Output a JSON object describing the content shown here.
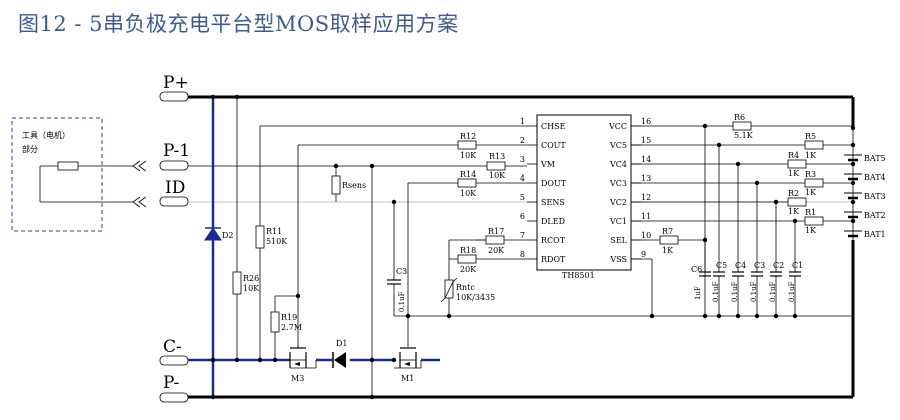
{
  "title": "图12 - 5串负极充电平台型MOS取样应用方案",
  "terminals": {
    "p_plus": "P+",
    "p_1": "P-1",
    "id": "ID",
    "c_minus": "C-",
    "p_minus": "P-"
  },
  "load_box": {
    "line1": "工具（电机）",
    "line2": "部分"
  },
  "ic": {
    "name": "TH8501",
    "left_pins": [
      {
        "num": "1",
        "name": "CHSE"
      },
      {
        "num": "2",
        "name": "COUT"
      },
      {
        "num": "3",
        "name": "VM"
      },
      {
        "num": "4",
        "name": "DOUT"
      },
      {
        "num": "5",
        "name": "SENS"
      },
      {
        "num": "6",
        "name": "DLED"
      },
      {
        "num": "7",
        "name": "RCOT"
      },
      {
        "num": "8",
        "name": "RDOT"
      }
    ],
    "right_pins": [
      {
        "num": "16",
        "name": "VCC"
      },
      {
        "num": "15",
        "name": "VC5"
      },
      {
        "num": "14",
        "name": "VC4"
      },
      {
        "num": "13",
        "name": "VC3"
      },
      {
        "num": "12",
        "name": "VC2"
      },
      {
        "num": "11",
        "name": "VC1"
      },
      {
        "num": "10",
        "name": "SEL"
      },
      {
        "num": "9",
        "name": "VSS"
      }
    ]
  },
  "components": {
    "r12": {
      "ref": "R12",
      "val": "10K"
    },
    "r13": {
      "ref": "R13",
      "val": "10K"
    },
    "r14": {
      "ref": "R14",
      "val": "10K"
    },
    "r17": {
      "ref": "R17",
      "val": "20K"
    },
    "r18": {
      "ref": "R18",
      "val": "20K"
    },
    "rntc": {
      "ref": "Rntc",
      "val": "10K/3435"
    },
    "rsens": {
      "ref": "Rsens"
    },
    "r11": {
      "ref": "R11",
      "val": "510K"
    },
    "r26": {
      "ref": "R26",
      "val": "10K"
    },
    "r19": {
      "ref": "R19",
      "val": "2.7M"
    },
    "r6": {
      "ref": "R6",
      "val": "5.1K"
    },
    "r7": {
      "ref": "R7",
      "val": "1K"
    },
    "r5": {
      "ref": "R5",
      "val": "1K"
    },
    "r4": {
      "ref": "R4",
      "val": "1K"
    },
    "r3": {
      "ref": "R3",
      "val": "1K"
    },
    "r2": {
      "ref": "R2",
      "val": "1K"
    },
    "r1": {
      "ref": "R1",
      "val": "1K"
    },
    "c3": {
      "ref": "C3",
      "val": "0.1uF"
    },
    "c6": {
      "ref": "C6",
      "val": "1uF"
    },
    "c5": {
      "ref": "C5",
      "val": "0.1uF"
    },
    "c4": {
      "ref": "C4",
      "val": "0.1uF"
    },
    "cc3": {
      "ref": "C3",
      "val": "0.1uF"
    },
    "c2": {
      "ref": "C2",
      "val": "0.1uF"
    },
    "c1": {
      "ref": "C1",
      "val": "0.1uF"
    },
    "d1": {
      "ref": "D1"
    },
    "d2": {
      "ref": "D2"
    },
    "m1": {
      "ref": "M1"
    },
    "m3": {
      "ref": "M3"
    }
  },
  "batteries": [
    "BAT5",
    "BAT4",
    "BAT3",
    "BAT2",
    "BAT1"
  ]
}
